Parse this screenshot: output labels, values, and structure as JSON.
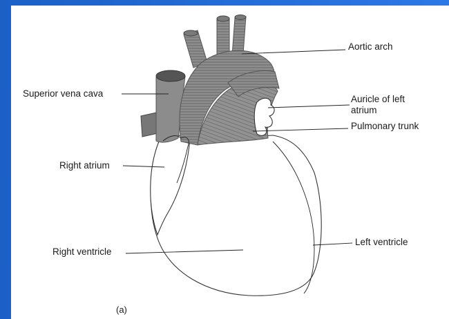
{
  "diagram": {
    "labels": {
      "aortic_arch": "Aortic arch",
      "superior_vena_cava": "Superior vena cava",
      "auricle_line1": "Auricle of left",
      "auricle_line2": "atrium",
      "pulmonary_trunk": "Pulmonary trunk",
      "right_atrium": "Right atrium",
      "right_ventricle": "Right ventricle",
      "left_ventricle": "Left ventricle"
    },
    "caption": "(a)"
  },
  "colors": {
    "slide_border": "#1f63c9",
    "vessel_fill": "#8c8c8c",
    "background": "#ffffff"
  }
}
